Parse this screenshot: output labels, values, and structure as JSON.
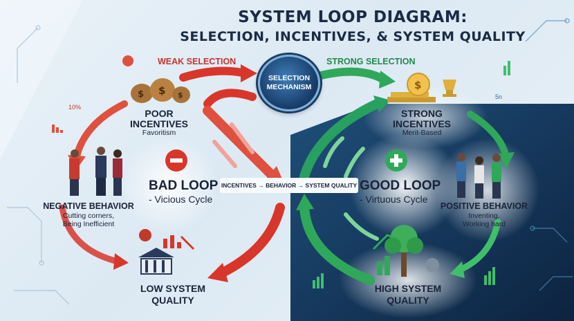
{
  "title": {
    "line1": "SYSTEM LOOP DIAGRAM:",
    "line2": "SELECTION, INCENTIVES, & SYSTEM QUALITY"
  },
  "selection": {
    "label": "SELECTION MECHANISM",
    "weak": "WEAK SELECTION",
    "strong": "STRONG SELECTION"
  },
  "bad_loop": {
    "title": "BAD LOOP",
    "subtitle": "- Vicious Cycle",
    "incentives_title": "POOR INCENTIVES",
    "incentives_sub": "Favoritism",
    "behavior_title": "NEGATIVE BEHAVIOR",
    "behavior_sub1": "Cutting corners,",
    "behavior_sub2": "Being Inefficient",
    "quality_title1": "LOW SYSTEM",
    "quality_title2": "QUALITY",
    "stat": "10%"
  },
  "good_loop": {
    "title": "GOOD LOOP",
    "subtitle": "- Virtuous Cycle",
    "incentives_title": "STRONG INCENTIVES",
    "incentives_sub": "Merit-Based",
    "behavior_title": "POSITIVE BEHAVIOR",
    "behavior_sub1": "Inventing,",
    "behavior_sub2": "Working hard",
    "quality_title1": "HIGH SYSTEM",
    "quality_title2": "QUALITY",
    "stat": "5n"
  },
  "center_flow": "INCENTIVES → BEHAVIOR → SYSTEM QUALITY",
  "colors": {
    "bad": "#d9362b",
    "good": "#2fa85a",
    "navy": "#13294b",
    "dark_bg": "#123457"
  }
}
